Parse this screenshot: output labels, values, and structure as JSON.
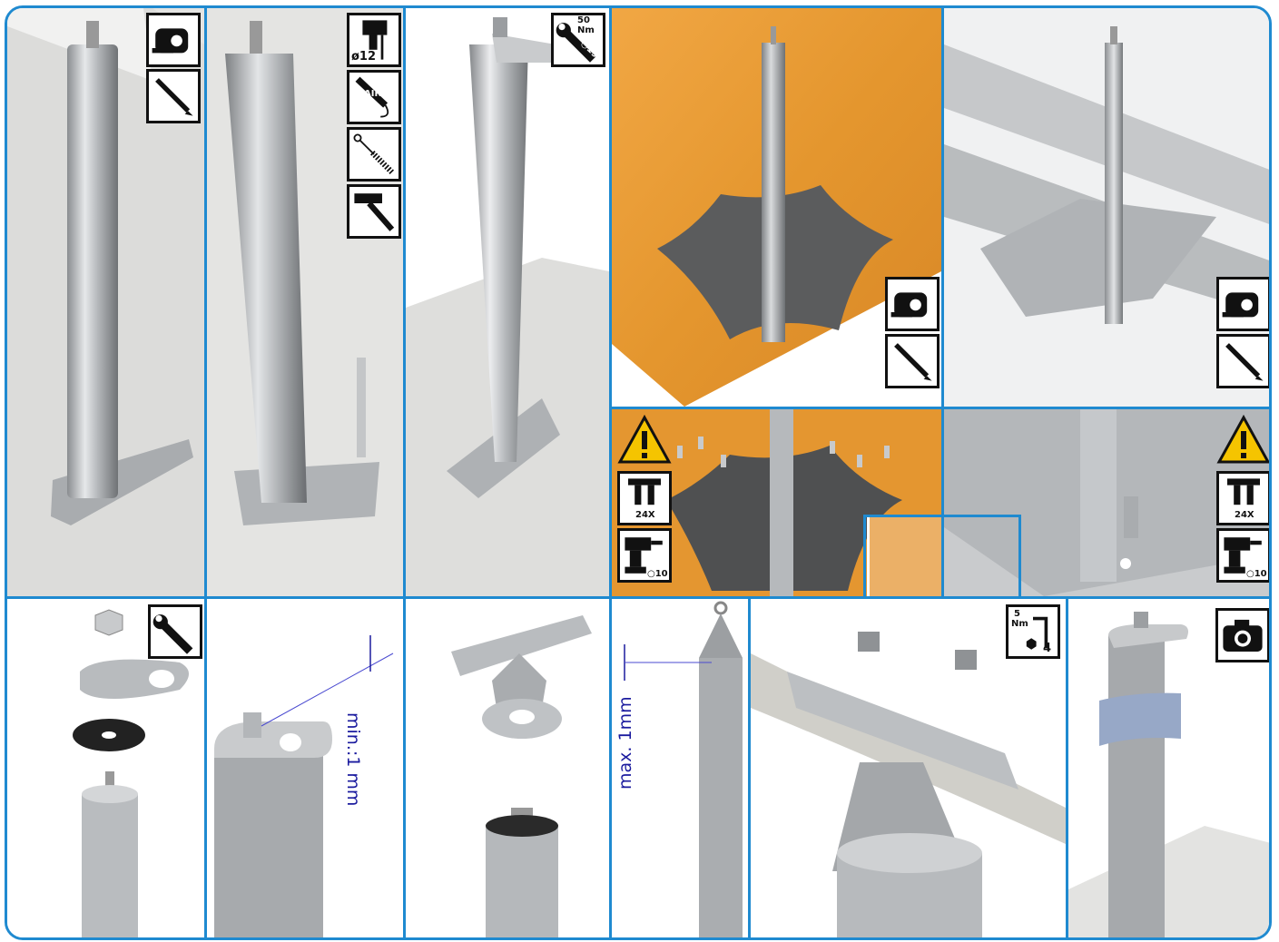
{
  "colors": {
    "frame": "#1f8ad0",
    "warning": "#f5c400",
    "dimension": "#1a1a9e"
  },
  "icons": {
    "measure": "tape-measure-icon",
    "pencil": "pencil-icon",
    "drill": "drill-icon",
    "air_pump": "air-pump-icon",
    "brush": "cleaning-brush-icon",
    "hammer": "hammer-icon",
    "wrench": "wrench-icon",
    "warning": "warning-icon",
    "bolt_count": "bolt-count-icon",
    "screwdriver": "cordless-screwdriver-icon",
    "hex_key": "hex-key-icon",
    "camera": "camera-icon"
  },
  "labels": {
    "drill_diameter": "ø12",
    "air": "AIR",
    "torque_50": "50 Nm",
    "wrench_19": "○19",
    "bolt_count": "24X",
    "bit_10": "○10",
    "torque_5": "5",
    "torque_5_unit": "Nm",
    "hex_4": "4",
    "min_gap": "min.:1 mm",
    "max_gap": "max. 1mm"
  }
}
